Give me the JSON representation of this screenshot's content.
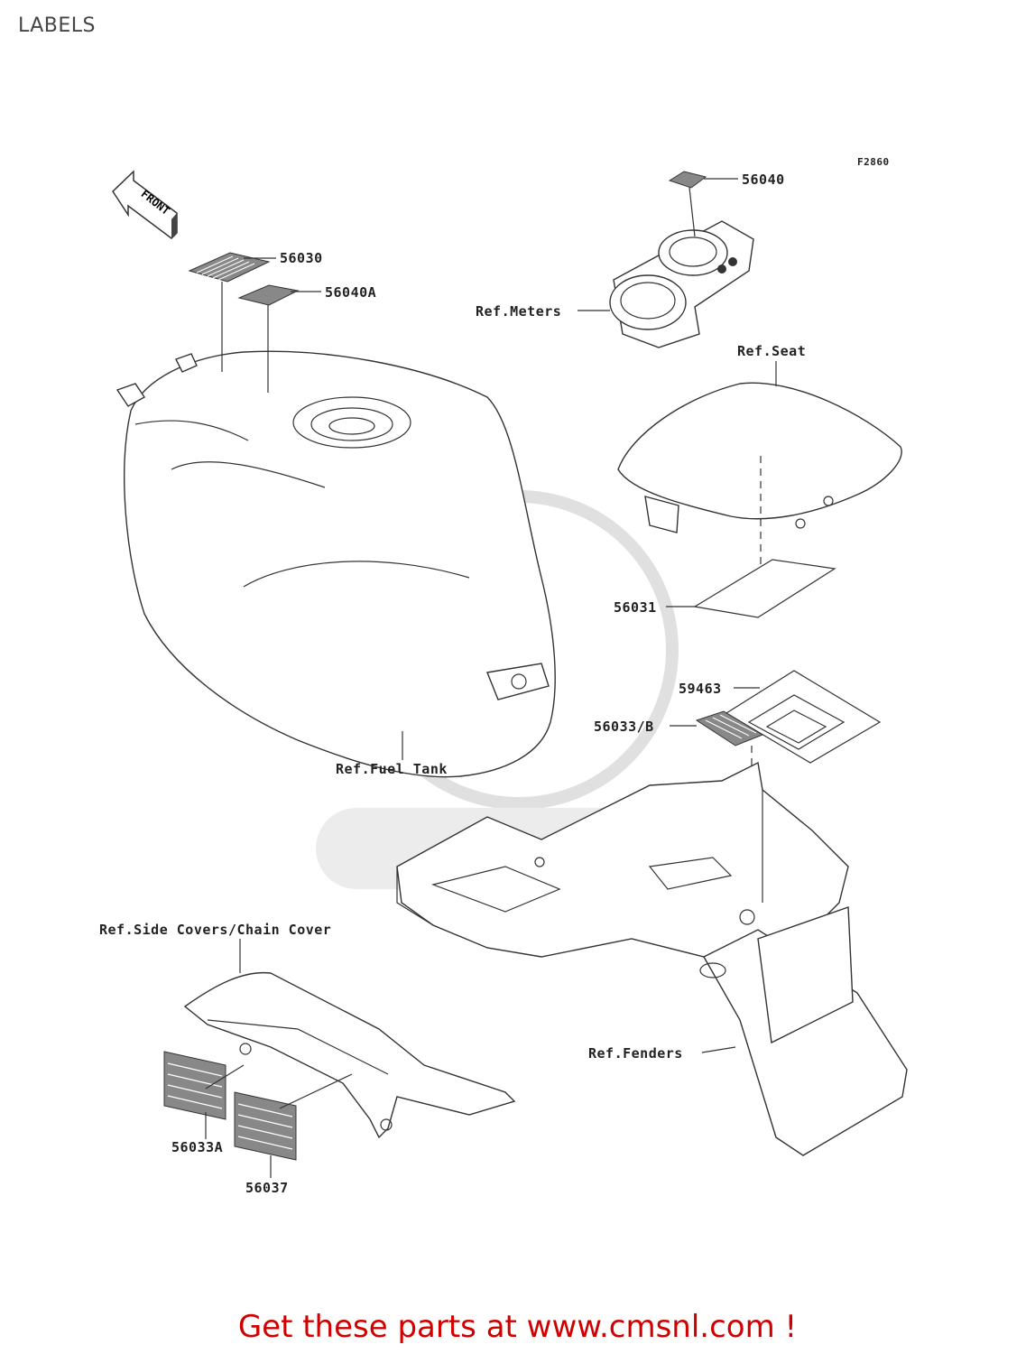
{
  "title": "LABELS",
  "figure_code": "F2860",
  "front_arrow_text": "FRONT",
  "labels": {
    "p56040": "56040",
    "p56030": "56030",
    "p56040A": "56040A",
    "ref_meters": "Ref.Meters",
    "ref_seat": "Ref.Seat",
    "p56031": "56031",
    "p59463": "59463",
    "p56033B": "56033/B",
    "ref_fuel_tank": "Ref.Fuel Tank",
    "ref_side_covers": "Ref.Side Covers/Chain Cover",
    "ref_fenders": "Ref.Fenders",
    "p56033A": "56033A",
    "p56037": "56037"
  },
  "footer_text": "Get these parts at www.cmsnl.com !",
  "colors": {
    "footer": "#d10000",
    "line": "#333333",
    "watermark": "#e0e0e0"
  }
}
